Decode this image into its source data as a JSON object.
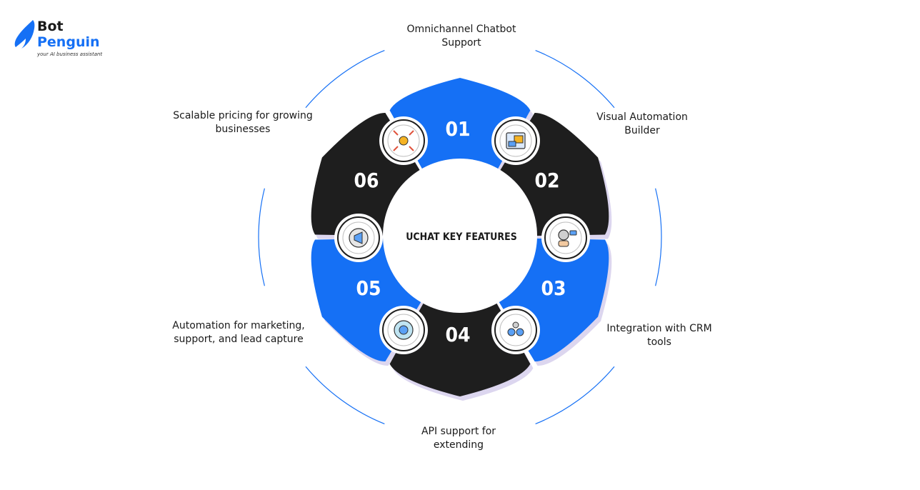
{
  "logo": {
    "line1": "Bot",
    "line2": "Penguin",
    "tagline": "your AI business assistant"
  },
  "center_label": "UCHAT KEY FEATURES",
  "colors": {
    "blue": "#1570f5",
    "black": "#1e1e1e",
    "shadow": "#dcd6ef",
    "ring": "#1570f5"
  },
  "segments": [
    {
      "number": "01",
      "color": "blue",
      "label_lines": [
        "Omnichannel Chatbot",
        "Support"
      ],
      "icon": "omnichannel-icon"
    },
    {
      "number": "02",
      "color": "black",
      "label_lines": [
        "Visual Automation",
        "Builder"
      ],
      "icon": "visual-builder-icon"
    },
    {
      "number": "03",
      "color": "blue",
      "label_lines": [
        "Integration with CRM",
        "tools"
      ],
      "icon": "crm-integration-icon"
    },
    {
      "number": "04",
      "color": "black",
      "label_lines": [
        "API support for",
        "extending"
      ],
      "icon": "api-support-icon"
    },
    {
      "number": "05",
      "color": "blue",
      "label_lines": [
        "Automation for marketing,",
        "support, and lead capture"
      ],
      "icon": "marketing-automation-icon"
    },
    {
      "number": "06",
      "color": "black",
      "label_lines": [
        "Scalable pricing for growing",
        "businesses"
      ],
      "icon": "scalable-pricing-icon"
    }
  ]
}
